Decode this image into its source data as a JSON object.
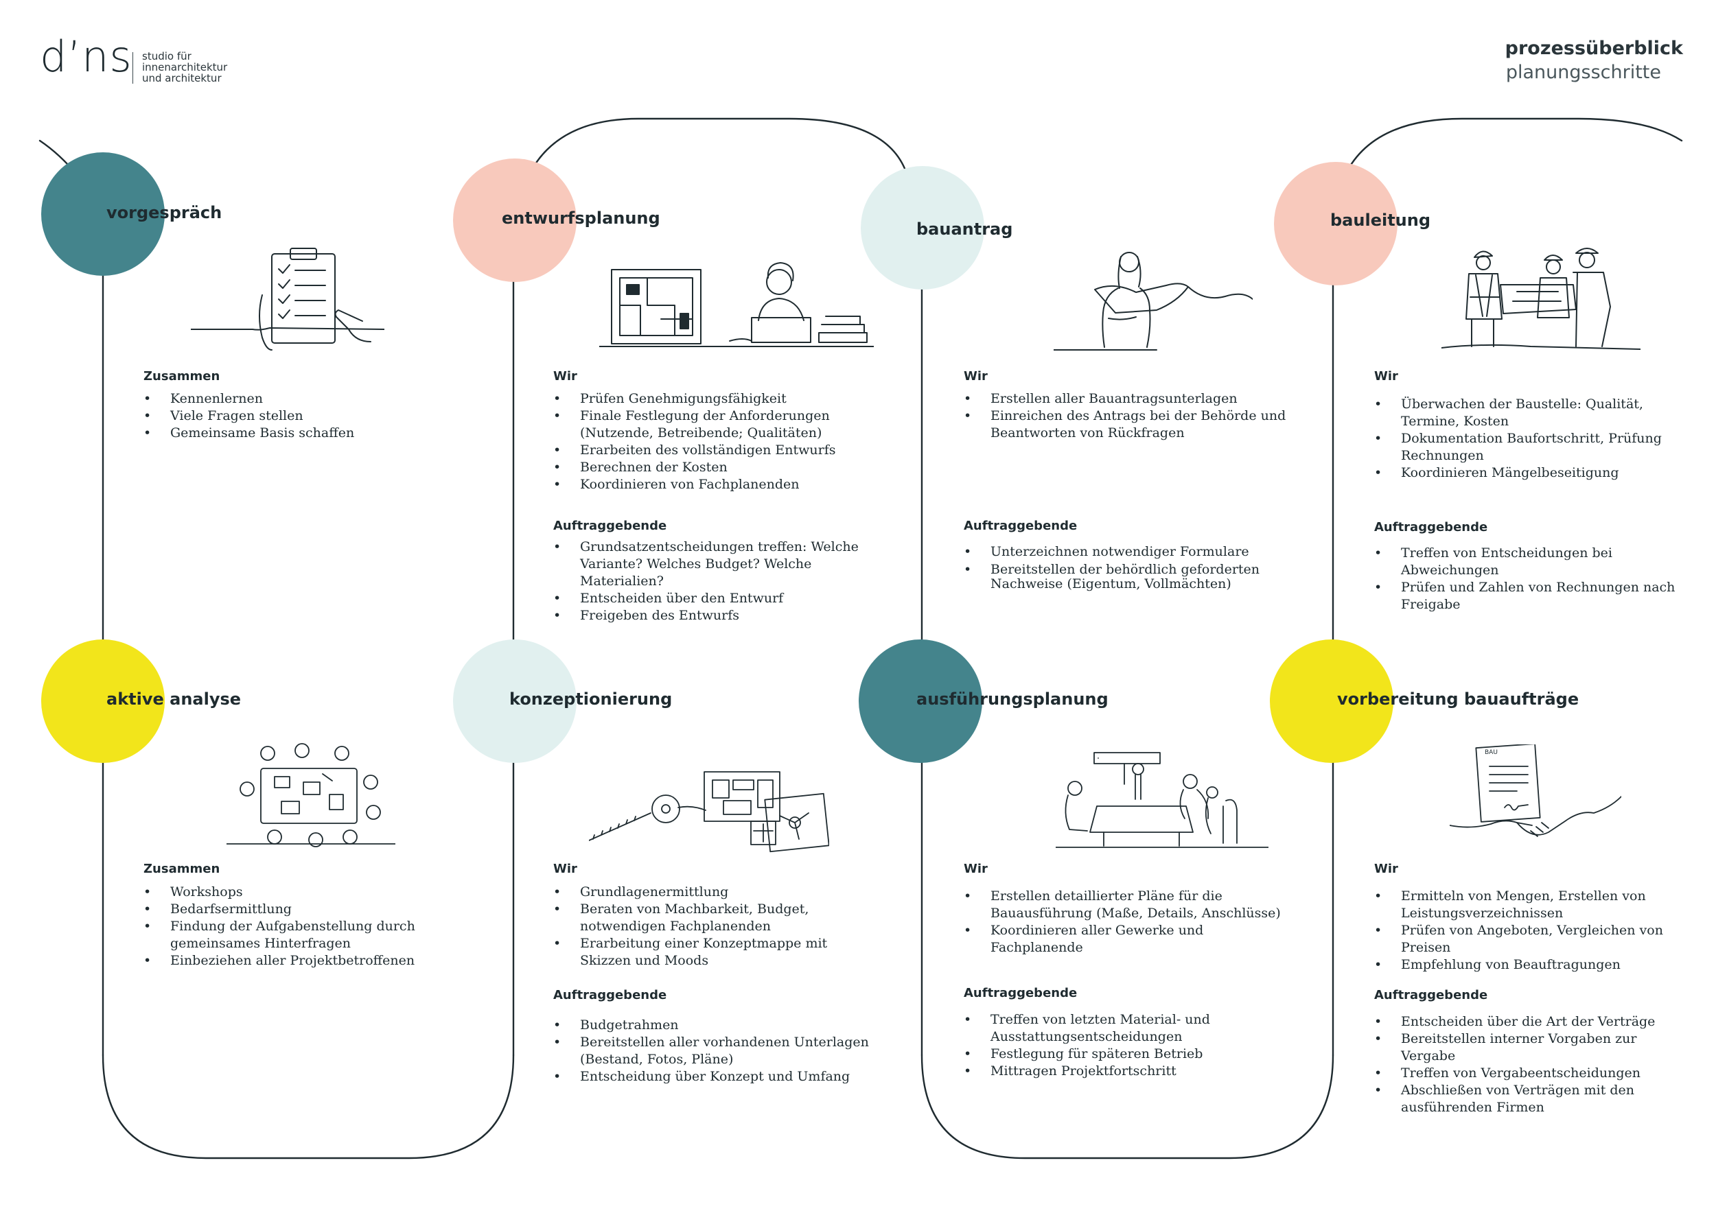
{
  "header": {
    "logo": "d’ns",
    "logo_lines": [
      "studio für",
      "innenarchitektur",
      "und architektur"
    ],
    "title": "prozessüberblick",
    "subtitle": "planungsschritte"
  },
  "colors": {
    "teal": "#44848c",
    "peach": "#f8c9bc",
    "mint": "#e1f0ef",
    "yellow": "#f2e51b",
    "line": "#1f2b30"
  },
  "steps": [
    {
      "title": "vorgespräch",
      "circle_color": "teal",
      "illustration": "clipboard-checklist-icon",
      "sections": [
        {
          "heading": "Zusammen",
          "items": [
            "Kennenlernen",
            "Viele Fragen stellen",
            "Gemeinsame Basis schaffen"
          ]
        }
      ]
    },
    {
      "title": "aktive analyse",
      "circle_color": "yellow",
      "illustration": "workshop-table-icon",
      "sections": [
        {
          "heading": "Zusammen",
          "items": [
            "Workshops",
            "Bedarfsermittlung",
            "Findung der Aufgabenstellung  durch gemeinsames Hinterfragen",
            "Einbeziehen aller Projektbetroffenen"
          ]
        }
      ]
    },
    {
      "title": "entwurfsplanung",
      "circle_color": "peach",
      "illustration": "floorplan-laptop-icon",
      "sections": [
        {
          "heading": "Wir",
          "items": [
            "Prüfen Genehmigungsfähigkeit",
            "Finale Festlegung der Anforderungen (Nutzende, Betreibende; Qualitäten)",
            "Erarbeiten des vollständigen Entwurfs",
            "Berechnen der Kosten",
            "Koordinieren von Fachplanenden"
          ]
        },
        {
          "heading": "Auftraggebende",
          "items": [
            "Grundsatzentscheidungen treffen: Welche Variante? Welches Budget? Welche Materialien?",
            "Entscheiden über den Entwurf",
            "Freigeben des Entwurfs"
          ]
        }
      ]
    },
    {
      "title": "konzeptionierung",
      "circle_color": "mint",
      "illustration": "tape-measure-moodboard-icon",
      "sections": [
        {
          "heading": "Wir",
          "items": [
            "Grundlagenermittlung",
            "Beraten von Machbarkeit, Budget, notwendigen Fachplanenden",
            "Erarbeitung einer Konzeptmappe mit Skizzen und Moods"
          ]
        },
        {
          "heading": "Auftraggebende",
          "items": [
            "Budgetrahmen",
            "Bereitstellen aller vorhandenen Unterlagen (Bestand, Fotos, Pläne)",
            "Entscheidung über Konzept und Umfang"
          ]
        }
      ]
    },
    {
      "title": "bauantrag",
      "circle_color": "mint",
      "illustration": "woman-holding-plan-icon",
      "sections": [
        {
          "heading": "Wir",
          "items": [
            "Erstellen aller Bauantragsunterlagen",
            "Einreichen des Antrags bei der Behörde und Beantworten von Rückfragen"
          ]
        },
        {
          "heading": "Auftraggebende",
          "items": [
            "Unterzeichnen notwendiger Formulare",
            "Bereitstellen der behördlich geforderten Nachweise (Eigentum, Vollmächten)"
          ]
        }
      ]
    },
    {
      "title": "ausführungsplanung",
      "circle_color": "teal",
      "illustration": "meeting-presentation-icon",
      "sections": [
        {
          "heading": "Wir",
          "items": [
            "Erstellen detaillierter Pläne für die Bauausführung (Maße, Details, Anschlüsse)",
            "Koordinieren aller Gewerke und Fachplanende"
          ]
        },
        {
          "heading": "Auftraggebende",
          "items": [
            "Treffen von letzten Material- und Ausstattungsentscheidungen",
            "Festlegung für späteren Betrieb",
            "Mittragen Projektfortschritt"
          ]
        }
      ]
    },
    {
      "title": "bauleitung",
      "circle_color": "peach",
      "illustration": "construction-workers-icon",
      "sections": [
        {
          "heading": "Wir",
          "items": [
            "Überwachen der Baustelle: Qualität, Termine, Kosten",
            "Dokumentation Baufortschritt, Prüfung Rechnungen",
            "Koordinieren Mängelbeseitigung"
          ]
        },
        {
          "heading": "Auftraggebende",
          "items": [
            "Treffen von Entscheidungen bei Abweichungen",
            "Prüfen und Zahlen von Rechnungen nach Freigabe"
          ]
        }
      ]
    },
    {
      "title": "vorbereitung bauaufträge",
      "circle_color": "yellow",
      "illustration": "contract-handshake-icon",
      "contract_label": "BAU",
      "sections": [
        {
          "heading": "Wir",
          "items": [
            "Ermitteln von Mengen, Erstellen von Leistungsverzeichnissen",
            "Prüfen von Angeboten, Vergleichen von Preisen",
            "Empfehlung von Beauftragungen"
          ]
        },
        {
          "heading": "Auftraggebende",
          "items": [
            "Entscheiden über die Art der Verträge",
            "Bereitstellen interner Vorgaben zur Vergabe",
            "Treffen von Vergabeentscheidungen",
            "Abschließen von Verträgen mit den ausführenden Firmen"
          ]
        }
      ]
    }
  ]
}
